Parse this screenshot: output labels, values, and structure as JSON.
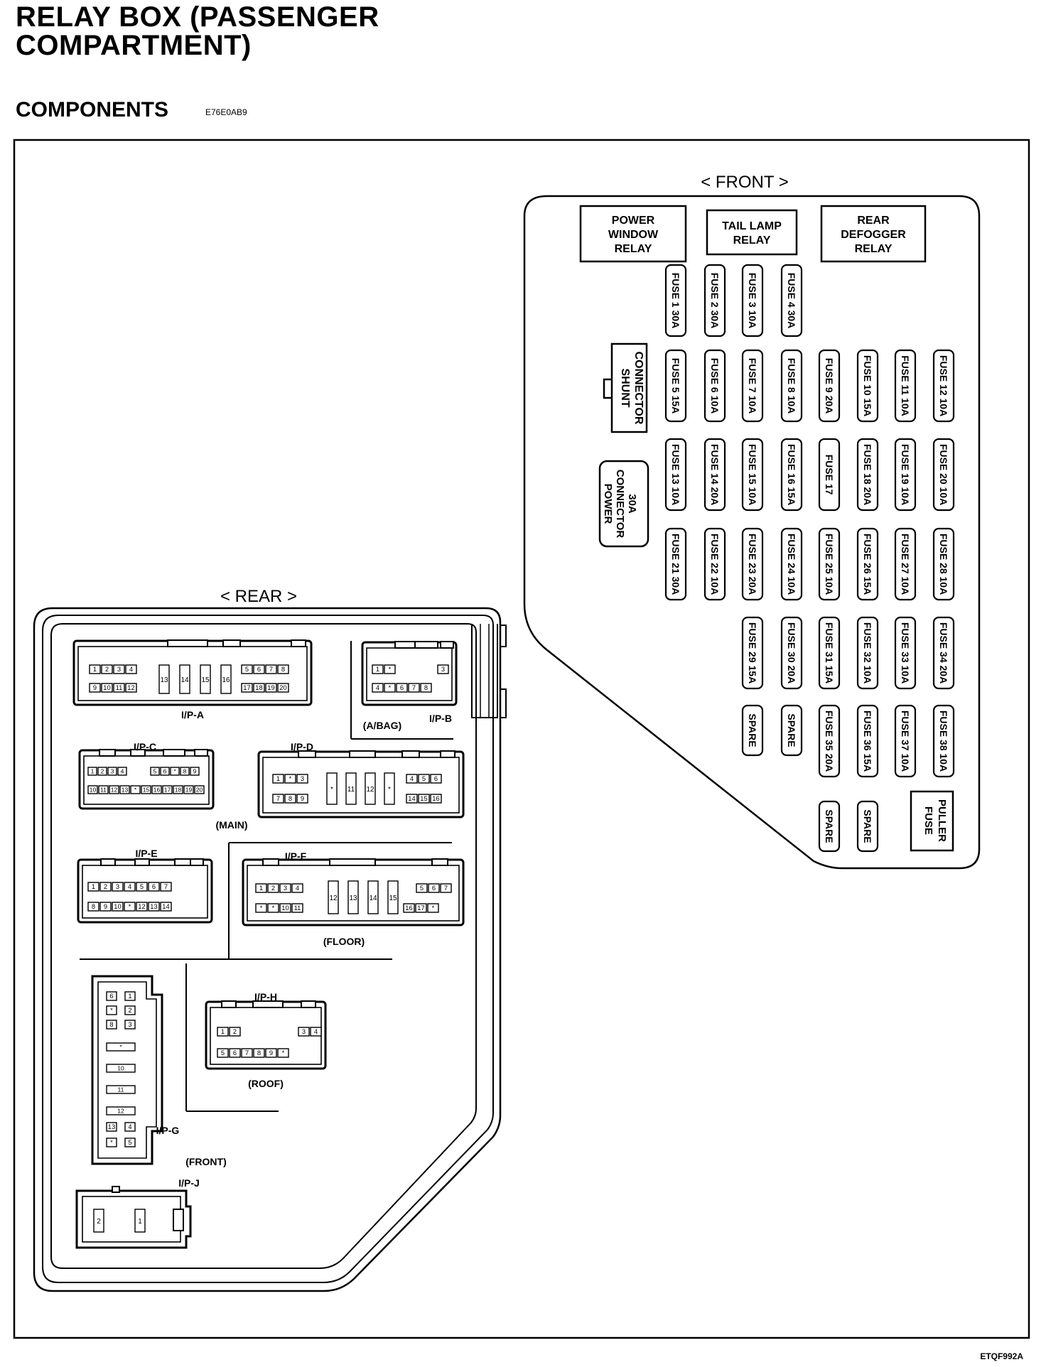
{
  "header": {
    "title_line1": "RELAY BOX (PASSENGER",
    "title_line2": "COMPARTMENT)",
    "subtitle": "COMPONENTS",
    "code": "E76E0AB9"
  },
  "figure_code": "ETQF992A",
  "front_panel": {
    "label": "< FRONT >",
    "relays": [
      {
        "lines": [
          "POWER",
          "WINDOW",
          "RELAY"
        ]
      },
      {
        "lines": [
          "TAIL LAMP",
          "RELAY"
        ]
      },
      {
        "lines": [
          "REAR",
          "DEFOGGER",
          "RELAY"
        ]
      }
    ],
    "fuses": [
      {
        "row": 0,
        "col": 0,
        "label": "FUSE 1  30A"
      },
      {
        "row": 0,
        "col": 1,
        "label": "FUSE 2  30A"
      },
      {
        "row": 0,
        "col": 2,
        "label": "FUSE 3  10A"
      },
      {
        "row": 0,
        "col": 3,
        "label": "FUSE 4  30A"
      },
      {
        "row": 1,
        "col": 0,
        "label": "FUSE 5 15A"
      },
      {
        "row": 1,
        "col": 1,
        "label": "FUSE 6 10A"
      },
      {
        "row": 1,
        "col": 2,
        "label": "FUSE 7 10A"
      },
      {
        "row": 1,
        "col": 3,
        "label": "FUSE 8 10A"
      },
      {
        "row": 1,
        "col": 4,
        "label": "FUSE 9 20A"
      },
      {
        "row": 1,
        "col": 5,
        "label": "FUSE 10 15A"
      },
      {
        "row": 1,
        "col": 6,
        "label": "FUSE  11 10A"
      },
      {
        "row": 1,
        "col": 7,
        "label": "FUSE  12 10A"
      },
      {
        "row": 2,
        "col": 0,
        "label": "FUSE  13 10A"
      },
      {
        "row": 2,
        "col": 1,
        "label": "FUSE  14 20A"
      },
      {
        "row": 2,
        "col": 2,
        "label": "FUSE  15 10A"
      },
      {
        "row": 2,
        "col": 3,
        "label": "FUSE  16 15A"
      },
      {
        "row": 2,
        "col": 4,
        "label": "FUSE  17"
      },
      {
        "row": 2,
        "col": 5,
        "label": "FUSE  18 20A"
      },
      {
        "row": 2,
        "col": 6,
        "label": "FUSE  19 10A"
      },
      {
        "row": 2,
        "col": 7,
        "label": "FUSE  20 10A"
      },
      {
        "row": 3,
        "col": 0,
        "label": "FUSE  21 30A"
      },
      {
        "row": 3,
        "col": 1,
        "label": "FUSE  22 10A"
      },
      {
        "row": 3,
        "col": 2,
        "label": "FUSE  23 20A"
      },
      {
        "row": 3,
        "col": 3,
        "label": "FUSE  24 10A"
      },
      {
        "row": 3,
        "col": 4,
        "label": "FUSE  25 10A"
      },
      {
        "row": 3,
        "col": 5,
        "label": "FUSE  26 15A"
      },
      {
        "row": 3,
        "col": 6,
        "label": "FUSE  27 10A"
      },
      {
        "row": 3,
        "col": 7,
        "label": "FUSE  28 10A"
      },
      {
        "row": 4,
        "col": 2,
        "label": "FUSE  29 15A"
      },
      {
        "row": 4,
        "col": 3,
        "label": "FUSE  30 20A"
      },
      {
        "row": 4,
        "col": 4,
        "label": "FUSE  31 15A"
      },
      {
        "row": 4,
        "col": 5,
        "label": "FUSE  32 10A"
      },
      {
        "row": 4,
        "col": 6,
        "label": "FUSE  33 10A"
      },
      {
        "row": 4,
        "col": 7,
        "label": "FUSE  34 20A"
      },
      {
        "row": 5,
        "col": 2,
        "label": "SPARE"
      },
      {
        "row": 5,
        "col": 3,
        "label": "SPARE"
      },
      {
        "row": 5,
        "col": 4,
        "label": "FUSE 35 20A"
      },
      {
        "row": 5,
        "col": 5,
        "label": "FUSE 36 15A"
      },
      {
        "row": 5,
        "col": 6,
        "label": "FUSE 37 10A"
      },
      {
        "row": 5,
        "col": 7,
        "label": "FUSE 38 10A"
      },
      {
        "row": 6,
        "col": 4,
        "label": "SPARE"
      },
      {
        "row": 6,
        "col": 5,
        "label": "SPARE"
      }
    ],
    "shunt_connector": [
      "SHUNT",
      "CONNECTOR"
    ],
    "power_connector": [
      "POWER",
      "CONNECTOR",
      "30A"
    ],
    "fuse_puller": [
      "FUSE",
      "PULLER"
    ]
  },
  "rear_panel": {
    "label": "< REAR >",
    "connectors": {
      "ipa": {
        "name": "I/P-A",
        "top": [
          "1",
          "2",
          "3",
          "4",
          "5",
          "6",
          "7",
          "8"
        ],
        "bottom": [
          "9",
          "10",
          "11",
          "12",
          "17",
          "18",
          "19",
          "20"
        ],
        "middle": [
          "13",
          "14",
          "15",
          "16"
        ]
      },
      "ipb": {
        "name": "I/P-B",
        "group": "(A/BAG)",
        "top": [
          "1",
          "*",
          "3"
        ],
        "bottom": [
          "4",
          "*",
          "6",
          "7",
          "8"
        ]
      },
      "ipc": {
        "name": "I/P-C",
        "group": "(MAIN)",
        "top": [
          "1",
          "2",
          "3",
          "4",
          "5",
          "6",
          "*",
          "8",
          "9"
        ],
        "bottom": [
          "10",
          "11",
          "12",
          "13",
          "*",
          "15",
          "16",
          "17",
          "18",
          "19",
          "20"
        ]
      },
      "ipd": {
        "name": "I/P-D",
        "top": [
          "1",
          "*",
          "3",
          "4",
          "5",
          "6"
        ],
        "bottom": [
          "7",
          "8",
          "9",
          "14",
          "15",
          "16"
        ],
        "middle": [
          "*",
          "11",
          "12",
          "*"
        ]
      },
      "ipe": {
        "name": "I/P-E",
        "top": [
          "1",
          "2",
          "3",
          "4",
          "5",
          "6",
          "7"
        ],
        "bottom": [
          "8",
          "9",
          "10",
          "*",
          "12",
          "13",
          "14"
        ]
      },
      "ipf": {
        "name": "I/P-F",
        "group": "(FLOOR)",
        "top": [
          "1",
          "2",
          "3",
          "4",
          "5",
          "6",
          "7"
        ],
        "bottom": [
          "*",
          "*",
          "10",
          "11",
          "16",
          "17",
          "*"
        ],
        "middle": [
          "12",
          "13",
          "14",
          "15"
        ]
      },
      "ipg": {
        "name": "I/P-G",
        "group": "(FRONT)",
        "pins": [
          "6",
          "1",
          "*",
          "2",
          "8",
          "3",
          "*",
          "10",
          "11",
          "12",
          "13",
          "4",
          "*",
          "5"
        ]
      },
      "iph": {
        "name": "I/P-H",
        "group": "(ROOF)",
        "top": [
          "1",
          "2",
          "3",
          "4"
        ],
        "bottom": [
          "5",
          "6",
          "7",
          "8",
          "9",
          "*"
        ]
      },
      "ipj": {
        "name": "I/P-J",
        "pins": [
          "2",
          "1"
        ]
      }
    }
  },
  "colors": {
    "ink": "#000000",
    "paper": "#ffffff"
  }
}
